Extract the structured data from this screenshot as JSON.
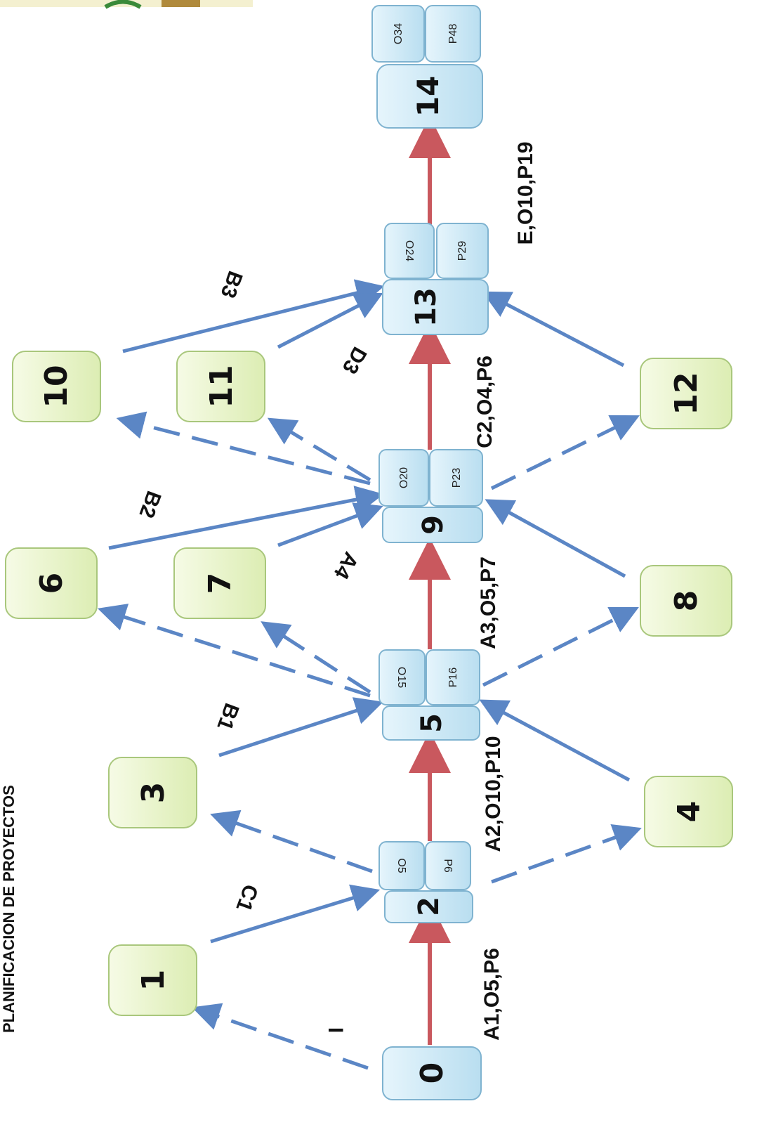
{
  "colors": {
    "main_node_fill": "#cfeaf6",
    "main_node_stroke": "#7fb3d0",
    "side_node_fill": "#eaf5cc",
    "side_node_stroke": "#a9c77c",
    "critical_arrow": "#c9585e",
    "dependency_arrow": "#5b86c5"
  },
  "header_text": "PLANIFICACION DE PROYECTOS",
  "main_nodes": [
    {
      "id": "0",
      "label": "0",
      "o": "",
      "p": ""
    },
    {
      "id": "2",
      "label": "2",
      "o": "O5",
      "p": "P6"
    },
    {
      "id": "5",
      "label": "5",
      "o": "O15",
      "p": "P16"
    },
    {
      "id": "9",
      "label": "9",
      "o": "O20",
      "p": "P23"
    },
    {
      "id": "13",
      "label": "13",
      "o": "O24",
      "p": "P29"
    },
    {
      "id": "14",
      "label": "14",
      "o": "O34",
      "p": "P48"
    }
  ],
  "side_nodes": [
    {
      "id": "1",
      "label": "1"
    },
    {
      "id": "3",
      "label": "3"
    },
    {
      "id": "4",
      "label": "4"
    },
    {
      "id": "6",
      "label": "6"
    },
    {
      "id": "7",
      "label": "7"
    },
    {
      "id": "8",
      "label": "8"
    },
    {
      "id": "10",
      "label": "10"
    },
    {
      "id": "11",
      "label": "11"
    },
    {
      "id": "12",
      "label": "12"
    }
  ],
  "critical_labels": [
    {
      "from": "0",
      "to": "2",
      "text": "A1,O5,P6"
    },
    {
      "from": "2",
      "to": "5",
      "text": "A2,O10,P10"
    },
    {
      "from": "5",
      "to": "9",
      "text": "A3,O5,P7"
    },
    {
      "from": "9",
      "to": "13",
      "text": "C2,O4,P6"
    },
    {
      "from": "13",
      "to": "14",
      "text": "E,O10,P19"
    }
  ],
  "activity_labels": [
    {
      "id": "I",
      "text": "I"
    },
    {
      "id": "C1",
      "text": "C1"
    },
    {
      "id": "B1",
      "text": "B1"
    },
    {
      "id": "B2",
      "text": "B2"
    },
    {
      "id": "A4",
      "text": "A4"
    },
    {
      "id": "B3",
      "text": "B3"
    },
    {
      "id": "D3",
      "text": "D3"
    }
  ]
}
